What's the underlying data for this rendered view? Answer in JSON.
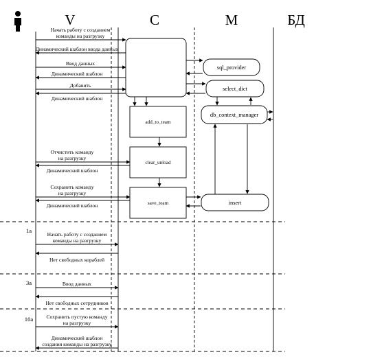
{
  "columns": {
    "view": "V",
    "controller": "C",
    "model": "M",
    "database": "БД"
  },
  "actor_icon": "stick-figure-icon",
  "boxes": {
    "add_to_team": "add_to_team",
    "clear_unload": "clear_unload",
    "save_team": "save_team",
    "sql_provider": "sql_provider",
    "select_dict": "select_dict",
    "db_context_manager": "db_context_manager",
    "insert": "insert"
  },
  "main_flow": [
    {
      "lines": [
        "Начать работу с созданием",
        "команды на разгрузку"
      ]
    },
    {
      "lines": [
        "Динамический шаблон ввода данных"
      ]
    },
    {
      "lines": [
        "Ввод данных"
      ]
    },
    {
      "lines": [
        "Динамический шаблон"
      ]
    },
    {
      "lines": [
        "Добавить"
      ]
    },
    {
      "lines": [
        "Динамический шаблон"
      ]
    },
    {
      "lines": [
        "Отчистить команду",
        "на разгрузку"
      ]
    },
    {
      "lines": [
        "Динамический шаблон"
      ]
    },
    {
      "lines": [
        "Сохранить команду",
        "на разгрузку"
      ]
    },
    {
      "lines": [
        "Динамический шаблон"
      ]
    }
  ],
  "alternatives": [
    {
      "label": "1а",
      "messages": [
        {
          "lines": [
            "Начать работу с созданием",
            "команды на разгрузку"
          ]
        },
        {
          "lines": [
            "Нет свободных кораблей"
          ]
        }
      ]
    },
    {
      "label": "3а",
      "messages": [
        {
          "lines": [
            "Ввод данных"
          ]
        },
        {
          "lines": [
            "Нет свободных сотрудников"
          ]
        }
      ]
    },
    {
      "label": "10а",
      "messages": [
        {
          "lines": [
            "Сохранить пустую команду",
            "на разгрузку"
          ]
        },
        {
          "lines": [
            "Динамический шаблон",
            "создания команды на разгрузку"
          ]
        }
      ]
    }
  ]
}
